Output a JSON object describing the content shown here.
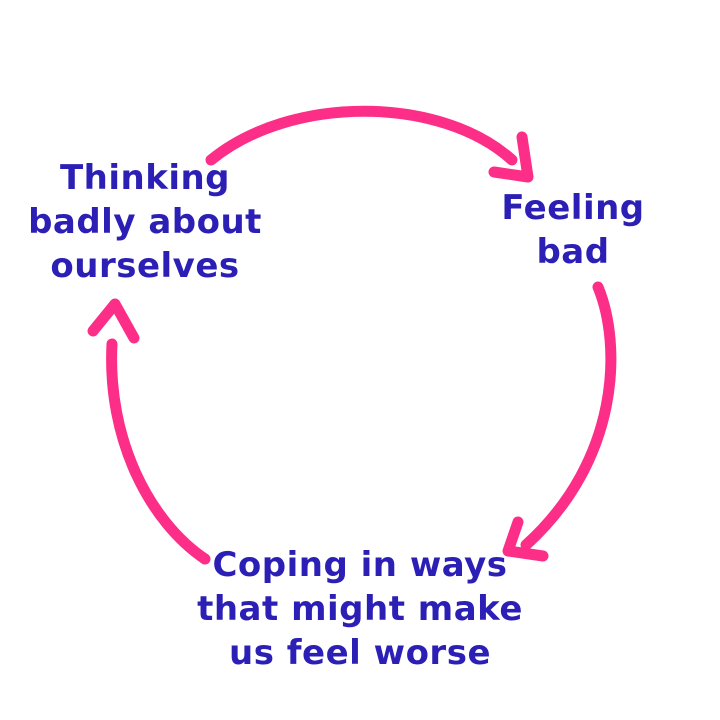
{
  "colors": {
    "text-blue": "#2b1fb5",
    "arrow-pink": "#fc2e88",
    "bg": "#ffffff"
  },
  "diagram": {
    "type": "cycle",
    "nodes": [
      {
        "id": "thinking-badly-about-ourselves",
        "lines": [
          "Thinking",
          "badly about",
          "ourselves"
        ]
      },
      {
        "id": "feeling-bad",
        "lines": [
          "Feeling",
          "bad"
        ]
      },
      {
        "id": "coping-in-ways",
        "lines": [
          "Coping in ways",
          "that might make",
          "us feel worse"
        ]
      }
    ],
    "arrows": [
      {
        "from": "thinking-badly-about-ourselves",
        "to": "feeling-bad",
        "style": "hand-drawn curved arrow"
      },
      {
        "from": "feeling-bad",
        "to": "coping-in-ways",
        "style": "hand-drawn curved arrow"
      },
      {
        "from": "coping-in-ways",
        "to": "thinking-badly-about-ourselves",
        "style": "hand-drawn curved arrow"
      }
    ]
  }
}
